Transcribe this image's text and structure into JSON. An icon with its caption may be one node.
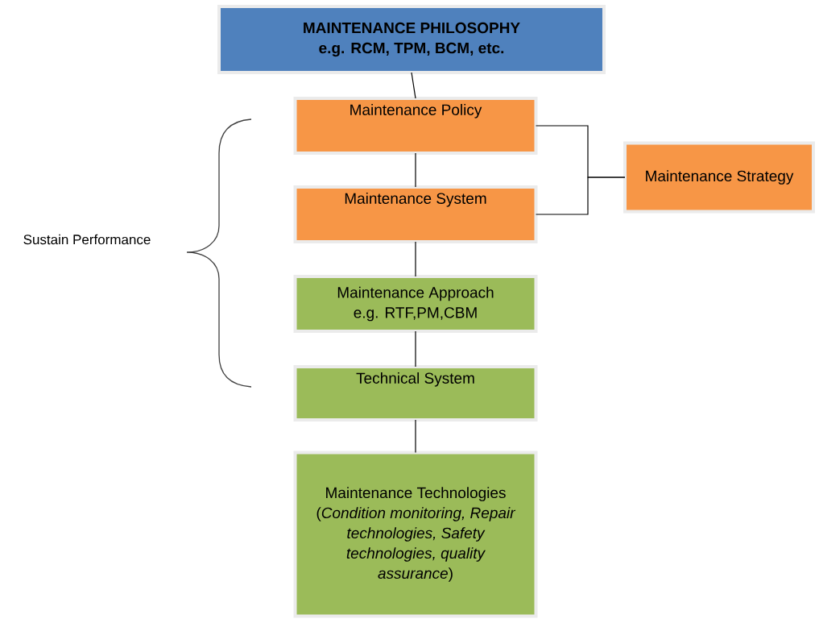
{
  "diagram": {
    "nodes": [
      {
        "text": [
          "MAINTENANCE PHILOSOPHY",
          "e.g. RCM, TPM, BCM, etc."
        ]
      },
      {
        "text": [
          "Maintenance Policy"
        ]
      },
      {
        "text": [
          "Maintenance System"
        ]
      },
      {
        "text": [
          "Maintenance Approach",
          "e.g. RTF,PM,CBM"
        ]
      },
      {
        "text": [
          "Technical System"
        ]
      },
      {
        "text": [
          "Maintenance Technologies (*Condition monitoring, Repair technologies, Safety technologies, quality assurance*)"
        ]
      },
      {
        "text": [
          "Maintenance Strategy"
        ]
      }
    ],
    "edges": [
      {
        "from": 0,
        "to": 1,
        "arrow": "none"
      },
      {
        "from": 1,
        "to": 2,
        "arrow": "none"
      },
      {
        "from": 2,
        "to": 3,
        "arrow": "none"
      },
      {
        "from": 3,
        "to": 4,
        "arrow": "none"
      },
      {
        "from": 4,
        "to": 5,
        "arrow": "none"
      },
      {
        "from": 1,
        "to": 6,
        "arrow": "none"
      },
      {
        "from": 2,
        "to": 6,
        "arrow": "none"
      }
    ],
    "labels": [
      "Sustain Performance"
    ]
  }
}
